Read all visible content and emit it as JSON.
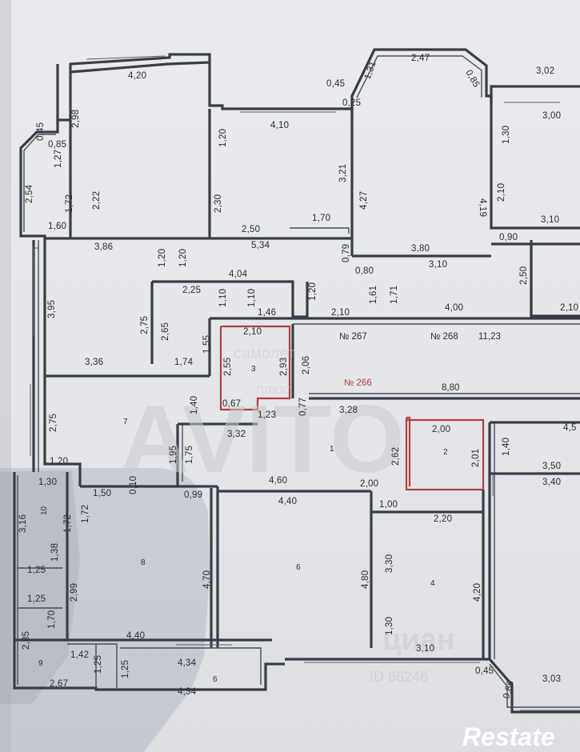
{
  "plan": {
    "apartments": [
      "№ 267",
      "№ 268",
      "№ 266"
    ],
    "rooms": [
      "7",
      "1",
      "2",
      "3",
      "8",
      "6",
      "4",
      "6",
      "9",
      "10"
    ],
    "corridor_length": "11,23",
    "corridor_length2": "8,80"
  },
  "dims": [
    "4,20",
    "2,98",
    "4,10",
    "1,20",
    "3,21",
    "4,27",
    "2,47",
    "1,31",
    "0,85",
    "3,02",
    "0,45",
    "0,25",
    "4,19",
    "3,00",
    "1,30",
    "2,10",
    "3,10",
    "0,45",
    "0,85",
    "1,27",
    "2,54",
    "1,72",
    "2,22",
    "2,30",
    "2,50",
    "1,70",
    "1,60",
    "3,86",
    "5,34",
    "0,79",
    "0,80",
    "3,80",
    "3,10",
    "0,90",
    "2,50",
    "1,20",
    "1,20",
    "4,04",
    "2,25",
    "1,10",
    "1,10",
    "1,20",
    "1,46",
    "2,10",
    "1,61",
    "1,71",
    "4,00",
    "2,10",
    "3,95",
    "2,75",
    "2,65",
    "3,36",
    "1,74",
    "1,55",
    "2,10",
    "2,55",
    "2,93",
    "2,06",
    "1,40",
    "0,67",
    "1,23",
    "0,77",
    "3,28",
    "3,32",
    "2,75",
    "1,95",
    "1,75",
    "2,62",
    "2,00",
    "2,01",
    "1,40",
    "4,5",
    "3,50",
    "3,40",
    "1,20",
    "1,30",
    "0,10",
    "1,50",
    "0,99",
    "4,60",
    "2,00",
    "1,00",
    "2,20",
    "3,16",
    "1,72",
    "1,72",
    "4,40",
    "1,38",
    "3,30",
    "4,80",
    "1,25",
    "4,70",
    "4,20",
    "1,25",
    "2,99",
    "1,70",
    "1,30",
    "2,85",
    "1,42",
    "4,40",
    "3,10",
    "1,25",
    "4,34",
    "0,45",
    "0,86",
    "3,03",
    "1,25",
    "2,67",
    "4,34"
  ],
  "watermarks": {
    "samolet": "самолет",
    "plus": "плюс",
    "avito": "AVITO",
    "cian": "циан",
    "id": "ID 66246",
    "logo": "Restate"
  }
}
